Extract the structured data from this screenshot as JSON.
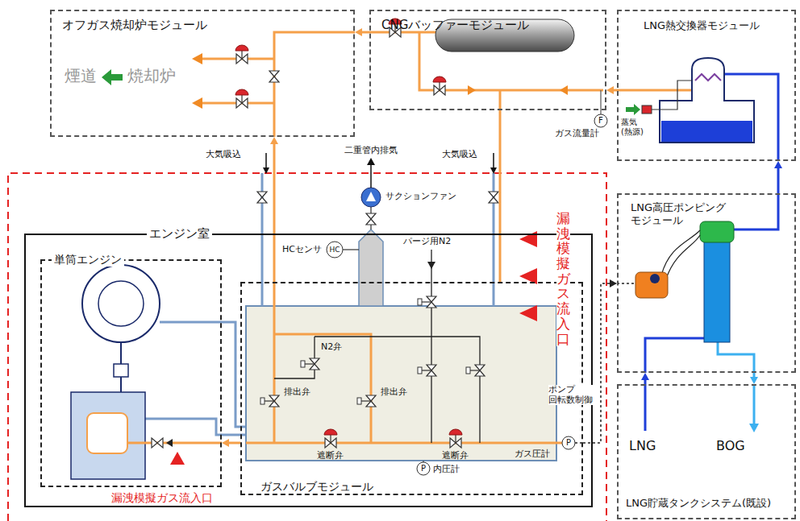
{
  "diagram": {
    "nodes": [
      {
        "text": [
          "オフガス焼却炉モジュール"
        ]
      },
      {
        "text": [
          "CNGバッファーモジュール"
        ]
      },
      {
        "text": [
          "LNG熱交換器モジュール"
        ]
      },
      {
        "text": [
          "LNG高圧ポンピング モジュール"
        ]
      },
      {
        "text": [
          "LNG貯蔵タンクシステム(既設)"
        ]
      },
      {
        "text": [
          "エンジン室"
        ]
      },
      {
        "text": [
          "単筒エンジン"
        ],
        "in": 5
      },
      {
        "text": [
          "ガスバルブモジュール"
        ],
        "in": 5
      }
    ],
    "edges": [
      {
        "from": 2,
        "to": 1,
        "arrow": "to"
      },
      {
        "from": 1,
        "to": 0,
        "arrow": "to"
      },
      {
        "from": 1,
        "to": 7,
        "arrow": "none"
      },
      {
        "from": 7,
        "to": 0,
        "arrow": "to"
      },
      {
        "from": 7,
        "to": 6,
        "arrow": "to"
      },
      {
        "from": 3,
        "to": 2,
        "arrow": "to"
      },
      {
        "from": 4,
        "to": 3,
        "arrow": "to"
      },
      {
        "from": 3,
        "to": 4,
        "arrow": "to"
      },
      {
        "from": 7,
        "to": 3,
        "arrow": "to"
      }
    ],
    "labels": [
      "煙道",
      "焼却炉",
      "大気吸込",
      "二重管内排気",
      "サクションファン",
      "大気吸込",
      "ガス流量計",
      "F",
      "蒸気 (熱源)",
      "漏洩模擬ガス流入口",
      "HCセンサ",
      "HC",
      "パージ用N2",
      "N2弁",
      "排出弁",
      "排出弁",
      "ポンプ 回転数制御",
      "遮断弁",
      "遮断弁",
      "ガス圧計",
      "P",
      "P",
      "内圧計",
      "漏洩模擬ガス流入口",
      "LNG",
      "BOG"
    ]
  }
}
